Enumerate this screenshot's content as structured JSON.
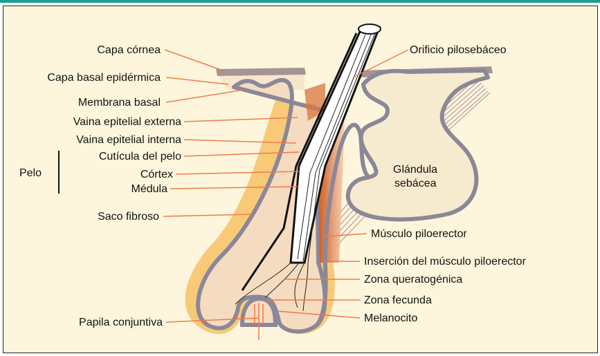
{
  "labels": {
    "capa_cornea": "Capa córnea",
    "capa_basal": "Capa basal epidérmica",
    "membrana_basal": "Membrana basal",
    "vaina_externa": "Vaina epitelial externa",
    "vaina_interna": "Vaina epitelial interna",
    "cuticula": "Cutícula del pelo",
    "pelo": "Pelo",
    "cortex": "Córtex",
    "medula": "Médula",
    "saco_fibroso": "Saco fibroso",
    "papila": "Papila conjuntiva",
    "orificio": "Orificio pilosebáceo",
    "glandula_1": "Glándula",
    "glandula_2": "sebácea",
    "musculo": "Músculo piloerector",
    "insercion": "Inserción del músculo piloerector",
    "queratogenica": "Zona queratogénica",
    "fecunda": "Zona fecunda",
    "melanocito": "Melanocito"
  },
  "colors": {
    "accent_bar": "#1a9e8f",
    "background": "#fdf6dc",
    "leader_line": "#f07a48",
    "membrane": "#8b8a9e",
    "fibrous_sac": "#f5a623",
    "sheath": "#f3d6b6",
    "hair": "#ffffff"
  }
}
